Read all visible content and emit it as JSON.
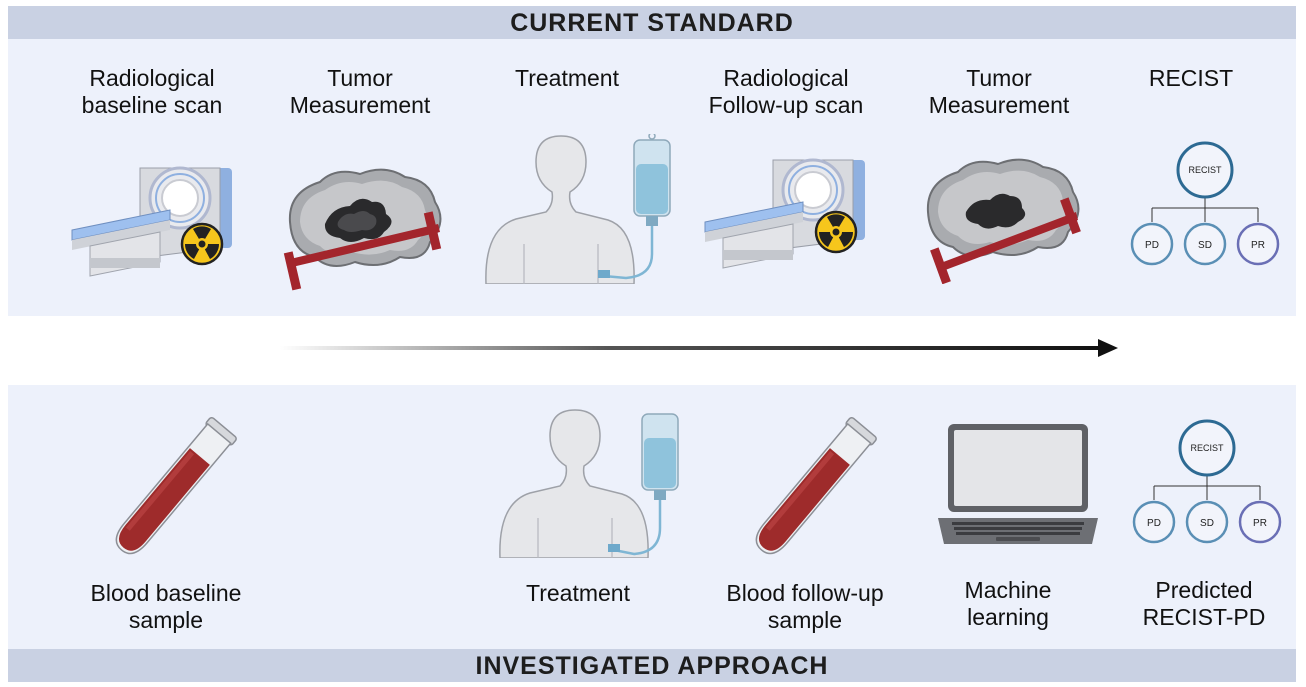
{
  "header": {
    "top": "CURRENT  STANDARD",
    "bottom": "INVESTIGATED  APPROACH"
  },
  "current": {
    "steps": [
      {
        "label": "Radiological\nbaseline scan"
      },
      {
        "label": "Tumor\nMeasurement"
      },
      {
        "label": "Treatment"
      },
      {
        "label": "Radiological\nFollow-up scan"
      },
      {
        "label": "Tumor\nMeasurement"
      },
      {
        "label": "RECIST"
      }
    ]
  },
  "investigated": {
    "steps": [
      {
        "label": "Blood baseline\nsample"
      },
      {
        "label": "Treatment"
      },
      {
        "label": "Blood follow-up\nsample"
      },
      {
        "label": "Machine\nlearning"
      },
      {
        "label": "Predicted\nRECIST-PD"
      }
    ]
  },
  "recist_tree": {
    "root": "RECIST",
    "leaves": [
      "PD",
      "SD",
      "PR"
    ]
  },
  "colors": {
    "band": "#c9d1e3",
    "panel": "#edf1fb",
    "tumor_ruler": "#a3252c",
    "blood": "#9e2b2b",
    "node_ring": "#2d6a93"
  },
  "icons": [
    "ct-scanner-icon",
    "radiation-icon",
    "tumor-icon",
    "patient-iv-icon",
    "test-tube-icon",
    "laptop-icon",
    "recist-tree-icon"
  ]
}
